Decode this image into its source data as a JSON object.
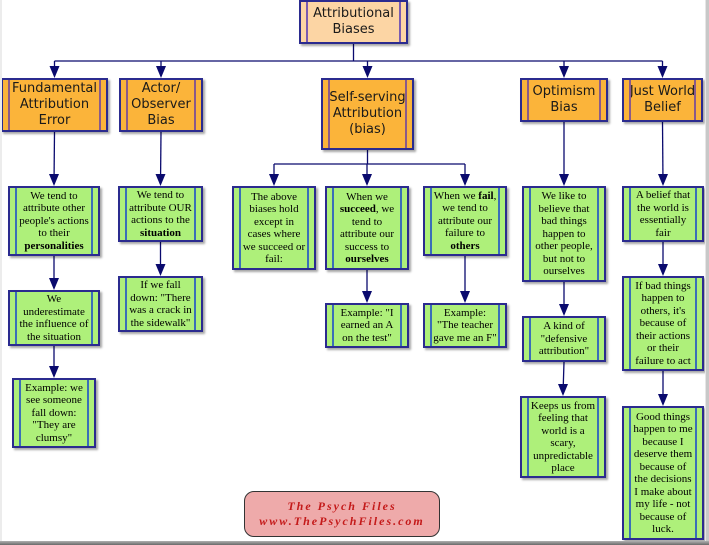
{
  "diagram": {
    "title": "Attributional Biases",
    "colors": {
      "root_fill": "#fcd5a4",
      "category_fill": "#fbb43a",
      "leaf_fill": "#aef07a",
      "border": "#2b2b8f",
      "connector": "#0a0a6e",
      "brand_fill": "#eeaaaa",
      "brand_text": "#c41a1a"
    },
    "root": {
      "lines": [
        "Attributional",
        "Biases"
      ]
    },
    "categories": [
      {
        "id": "fae",
        "lines": [
          "Fundamental",
          "Attribution",
          "Error"
        ]
      },
      {
        "id": "actor",
        "lines": [
          "Actor/",
          "Observer",
          "Bias"
        ]
      },
      {
        "id": "self",
        "lines": [
          "Self-serving",
          "Attribution",
          "(bias)"
        ]
      },
      {
        "id": "optimism",
        "lines": [
          "Optimism",
          "Bias"
        ]
      },
      {
        "id": "justworld",
        "lines": [
          "Just World",
          "Belief"
        ]
      }
    ],
    "nodes": {
      "fae_1": {
        "parts": [
          [
            "We tend to attribute other people's actions to their ",
            false
          ],
          [
            "personalities",
            true
          ]
        ]
      },
      "fae_2": {
        "parts": [
          [
            "We underestimate the influence of the situation",
            false
          ]
        ]
      },
      "fae_3": {
        "parts": [
          [
            "Example: we see someone fall down: \"They are clumsy\"",
            false
          ]
        ]
      },
      "actor_1": {
        "parts": [
          [
            "We tend to attribute OUR actions to the ",
            false
          ],
          [
            "situation",
            true
          ]
        ]
      },
      "actor_2": {
        "parts": [
          [
            "If we fall down: \"There was a crack in the sidewalk\"",
            false
          ]
        ]
      },
      "self_note": {
        "parts": [
          [
            "The above biases hold except in cases where we succeed or fail:",
            false
          ]
        ]
      },
      "self_succeed": {
        "parts": [
          [
            "When we ",
            false
          ],
          [
            "succeed",
            true
          ],
          [
            ", we tend to attribute our success to ",
            false
          ],
          [
            "ourselves",
            true
          ]
        ]
      },
      "self_succeed_ex": {
        "parts": [
          [
            "Example: \"I earned an A on the test\"",
            false
          ]
        ]
      },
      "self_fail": {
        "parts": [
          [
            "When we ",
            false
          ],
          [
            "fail",
            true
          ],
          [
            ", we tend to attribute our failure to ",
            false
          ],
          [
            "others",
            true
          ]
        ]
      },
      "self_fail_ex": {
        "parts": [
          [
            "Example: \"The teacher gave me an F\"",
            false
          ]
        ]
      },
      "opt_1": {
        "parts": [
          [
            "We like to believe that bad things happen to other people, but not to ourselves",
            false
          ]
        ]
      },
      "opt_2": {
        "parts": [
          [
            "A kind of \"defensive attribution\"",
            false
          ]
        ]
      },
      "opt_3": {
        "parts": [
          [
            "Keeps us from feeling that world is a scary, unpredictable place",
            false
          ]
        ]
      },
      "jw_1": {
        "parts": [
          [
            "A belief that the world is essentially fair",
            false
          ]
        ]
      },
      "jw_2": {
        "parts": [
          [
            "If bad things happen to others, it's because of their actions or their failure to act",
            false
          ]
        ]
      },
      "jw_3": {
        "parts": [
          [
            "Good things happen to me because I deserve them because of the decisions I make about my life - not because of luck.",
            false
          ]
        ]
      }
    },
    "connections": [
      [
        "root",
        "fae"
      ],
      [
        "root",
        "actor"
      ],
      [
        "root",
        "self"
      ],
      [
        "root",
        "optimism"
      ],
      [
        "root",
        "justworld"
      ],
      [
        "fae",
        "fae_1"
      ],
      [
        "fae_1",
        "fae_2"
      ],
      [
        "fae_2",
        "fae_3"
      ],
      [
        "actor",
        "actor_1"
      ],
      [
        "actor_1",
        "actor_2"
      ],
      [
        "self",
        "self_note"
      ],
      [
        "self",
        "self_succeed"
      ],
      [
        "self",
        "self_fail"
      ],
      [
        "self_succeed",
        "self_succeed_ex"
      ],
      [
        "self_fail",
        "self_fail_ex"
      ],
      [
        "optimism",
        "opt_1"
      ],
      [
        "opt_1",
        "opt_2"
      ],
      [
        "opt_2",
        "opt_3"
      ],
      [
        "justworld",
        "jw_1"
      ],
      [
        "jw_1",
        "jw_2"
      ],
      [
        "jw_2",
        "jw_3"
      ]
    ]
  },
  "brand": {
    "line1": "The Psych Files",
    "line2": "www.ThePsychFiles.com"
  }
}
